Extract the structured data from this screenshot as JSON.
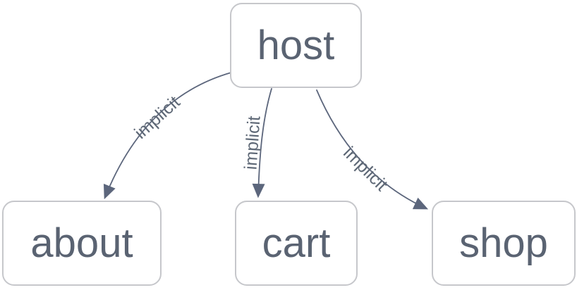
{
  "diagram": {
    "nodes": [
      {
        "id": "host",
        "label": "host"
      },
      {
        "id": "about",
        "label": "about"
      },
      {
        "id": "cart",
        "label": "cart"
      },
      {
        "id": "shop",
        "label": "shop"
      }
    ],
    "edges": [
      {
        "from": "host",
        "to": "about",
        "label": "implicit"
      },
      {
        "from": "host",
        "to": "cart",
        "label": "implicit"
      },
      {
        "from": "host",
        "to": "shop",
        "label": "implicit"
      }
    ]
  },
  "colors": {
    "background": "#ffffff",
    "node_border": "#c6c7cb",
    "node_fill": "#ffffff",
    "node_text": "#5a6372",
    "edge": "#5c667c",
    "edge_label": "#5e6876"
  }
}
